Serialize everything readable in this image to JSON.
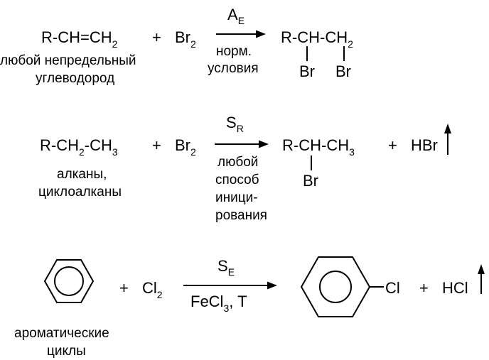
{
  "reaction1": {
    "reactant_main": "R-CH=CH",
    "reactant_sub": "2",
    "plus": "+",
    "reagent_main": "Br",
    "reagent_sub": "2",
    "label_line1": "любой непредельный",
    "label_line2": "углеводород",
    "arrow_top_main": "A",
    "arrow_top_sub": "E",
    "arrow_bottom_line1": "норм.",
    "arrow_bottom_line2": "условия",
    "product_main": "R-CH-CH",
    "product_sub": "2",
    "product_br1": "Br",
    "product_br2": "Br"
  },
  "reaction2": {
    "reactant_a": "R-CH",
    "reactant_sub1": "2",
    "reactant_b": "-CH",
    "reactant_sub2": "3",
    "plus": "+",
    "reagent_main": "Br",
    "reagent_sub": "2",
    "label_line1": "алканы,",
    "label_line2": "циклоалканы",
    "arrow_top_main": "S",
    "arrow_top_sub": "R",
    "arrow_bottom_line1": "любой",
    "arrow_bottom_line2": "способ",
    "arrow_bottom_line3": "иници-",
    "arrow_bottom_line4": "рования",
    "product_main": "R-CH-CH",
    "product_sub": "3",
    "product_br": "Br",
    "plus2": "+",
    "byproduct": "HBr"
  },
  "reaction3": {
    "plus": "+",
    "reagent_main": "Cl",
    "reagent_sub": "2",
    "label_line1": "ароматические",
    "label_line2": "циклы",
    "arrow_top_main": "S",
    "arrow_top_sub": "E",
    "arrow_bottom_a": "FeCl",
    "arrow_bottom_sub": "3",
    "arrow_bottom_b": ", T",
    "product_substituent": "Cl",
    "plus2": "+",
    "byproduct": "HCl"
  }
}
